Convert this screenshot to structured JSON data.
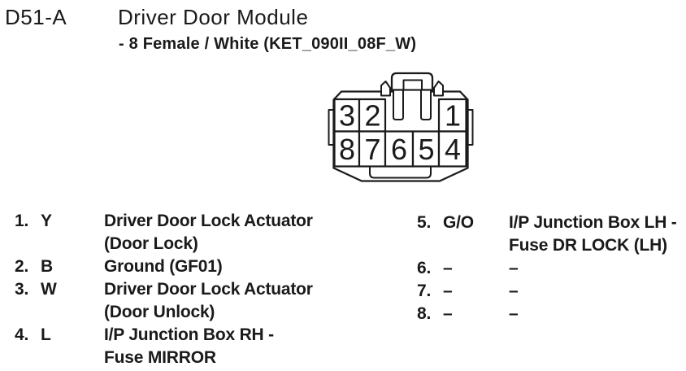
{
  "header": {
    "code": "D51-A",
    "title": "Driver Door Module",
    "subtitle": "- 8 Female / White (KET_090II_08F_W)"
  },
  "connector": {
    "description": "8-pin female connector, front view",
    "pins_top": [
      "3",
      "2",
      "1"
    ],
    "pins_bottom": [
      "8",
      "7",
      "6",
      "5",
      "4"
    ],
    "outline_color": "#1a1a1a",
    "body_color": "#ffffff"
  },
  "pins": {
    "left": [
      {
        "num": "1.",
        "code": "Y",
        "desc": "Driver Door Lock Actuator\n(Door Lock)"
      },
      {
        "num": "2.",
        "code": "B",
        "desc": "Ground (GF01)"
      },
      {
        "num": "3.",
        "code": "W",
        "desc": "Driver Door Lock Actuator\n(Door Unlock)"
      },
      {
        "num": "4.",
        "code": "L",
        "desc": "I/P Junction Box RH -\nFuse MIRROR"
      }
    ],
    "right": [
      {
        "num": "5.",
        "code": "G/O",
        "desc": "I/P Junction Box LH -\nFuse DR LOCK (LH)"
      },
      {
        "num": "6.",
        "code": "–",
        "desc": "–"
      },
      {
        "num": "7.",
        "code": "–",
        "desc": "–"
      },
      {
        "num": "8.",
        "code": "–",
        "desc": "–"
      }
    ]
  },
  "colors": {
    "ink": "#1a1a1a",
    "paper": "#ffffff"
  }
}
